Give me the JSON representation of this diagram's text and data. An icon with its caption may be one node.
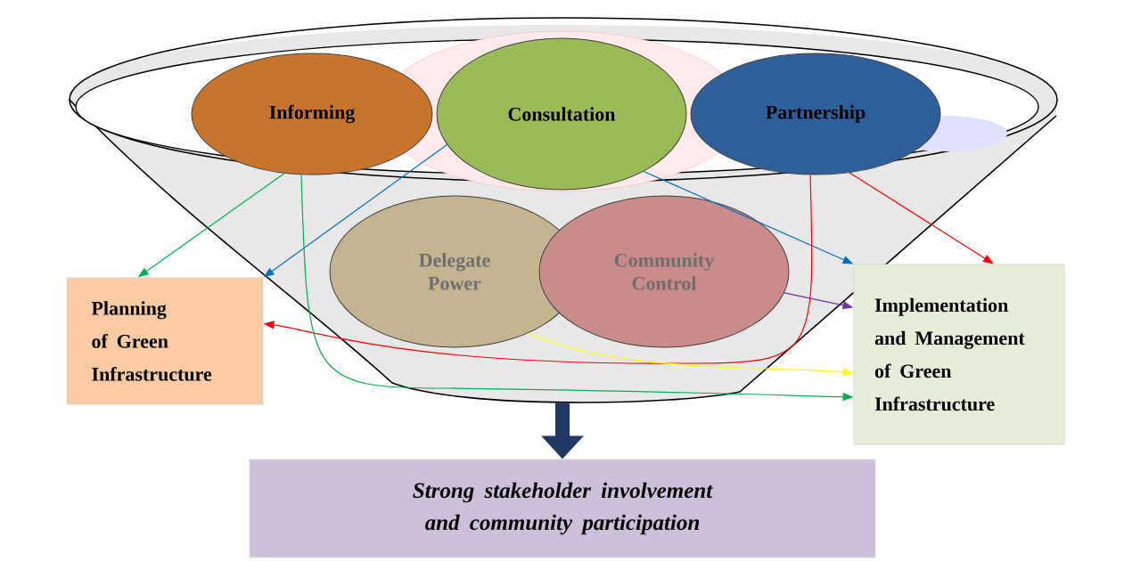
{
  "diagram": {
    "nodes": [
      {
        "text": [],
        "shape": "funnel"
      },
      {
        "text": [
          "Informing"
        ],
        "in": 0
      },
      {
        "text": [
          "Consultation"
        ],
        "in": 0
      },
      {
        "text": [
          "Partnership"
        ],
        "in": 0
      },
      {
        "text": [
          "Delegate Power"
        ],
        "in": 0
      },
      {
        "text": [
          "Community Control"
        ],
        "in": 0
      },
      {
        "text": [
          "Planning of Green Infrastructure"
        ]
      },
      {
        "text": [
          "Implementation and Management of Green Infrastructure"
        ]
      },
      {
        "text": [
          "Strong stakeholder involvement and community participation"
        ]
      }
    ],
    "edges": [
      {
        "from": 1,
        "to": 6,
        "arrow": "to",
        "color": "#00b050"
      },
      {
        "from": 2,
        "to": 6,
        "arrow": "to",
        "color": "#0070c0"
      },
      {
        "from": 2,
        "to": 7,
        "arrow": "to",
        "color": "#0070c0"
      },
      {
        "from": 3,
        "to": 6,
        "arrow": "to",
        "color": "#ff0000"
      },
      {
        "from": 3,
        "to": 7,
        "arrow": "to",
        "color": "#ff0000"
      },
      {
        "from": 1,
        "to": 7,
        "arrow": "to",
        "color": "#00b050"
      },
      {
        "from": 4,
        "to": 7,
        "arrow": "to",
        "color": "#ffff00"
      },
      {
        "from": 5,
        "to": 7,
        "arrow": "to",
        "color": "#7030a0"
      },
      {
        "from": 0,
        "to": 8,
        "arrow": "to",
        "style": "thick",
        "color": "#1f3864"
      }
    ]
  }
}
